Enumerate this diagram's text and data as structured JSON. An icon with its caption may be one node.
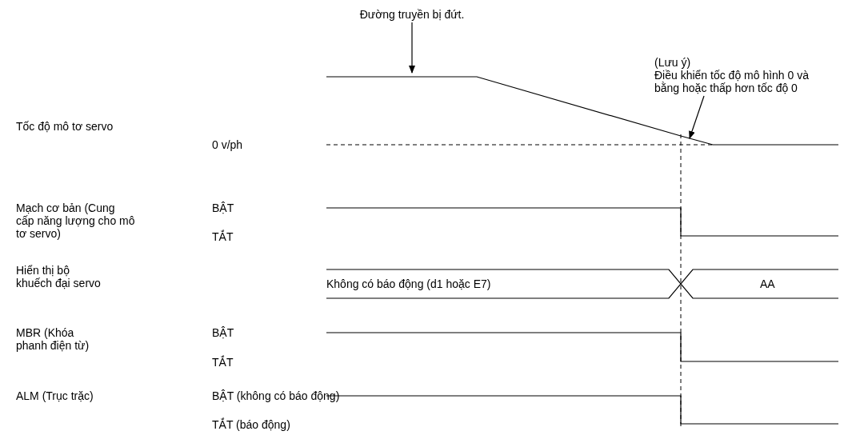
{
  "diagram": {
    "nodes": [
      {
        "text": [
          "Đường truyền bị đứt."
        ]
      },
      {
        "text": [
          "(Lưu ý)",
          "Điều khiển tốc độ mô hình 0 và bằng hoặc thấp hơn tốc độ 0"
        ]
      },
      {
        "text": [],
        "shape": "line"
      }
    ],
    "edges": [
      {
        "from": 0,
        "to": 2,
        "arrow": "to"
      },
      {
        "from": 1,
        "to": 2,
        "arrow": "to"
      }
    ],
    "labels": [
      "Tốc độ mô tơ servo",
      "0 v/ph",
      "Mạch cơ bản (Cung cấp năng lượng cho mô tơ servo)",
      "BẬT",
      "TẮT",
      "Hiển thị bộ khuếch đại servo",
      "Không có báo động (d1 hoặc E7)",
      "AA",
      "MBR (Khóa phanh điện từ)",
      "BẬT",
      "TẮT",
      "ALM (Trục trặc)",
      "BẬT (không có báo động)",
      "TẮT (báo động)"
    ]
  }
}
